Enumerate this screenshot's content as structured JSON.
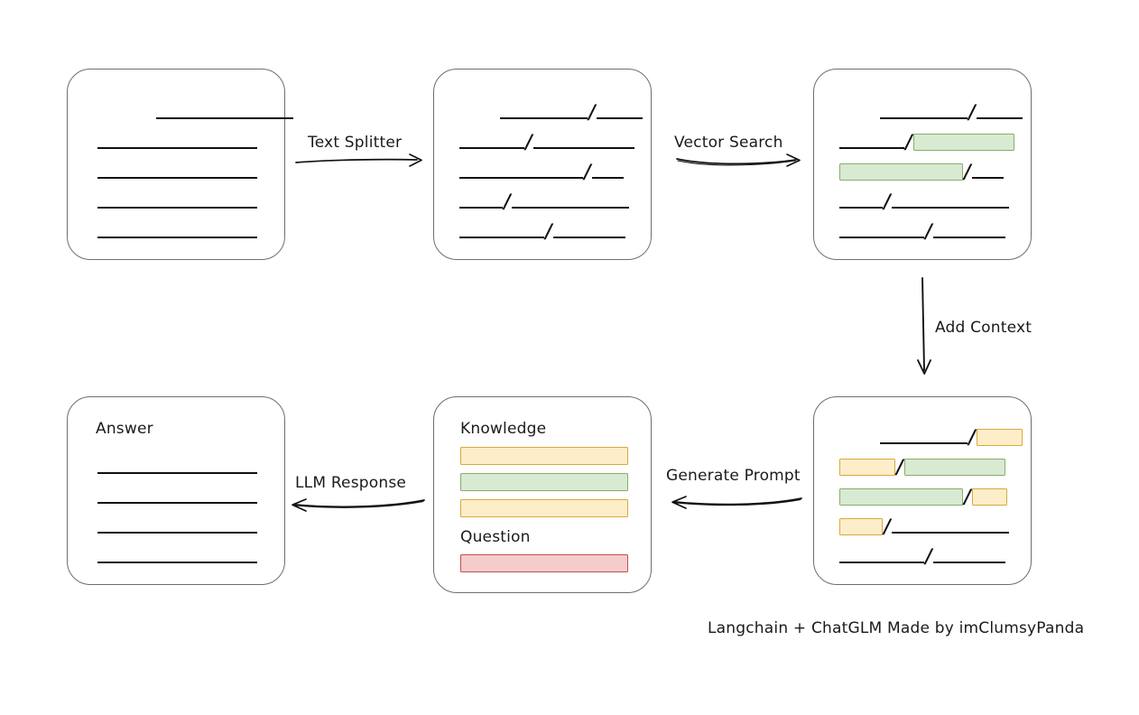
{
  "footer": {
    "text": "Langchain + ChatGLM Made by imClumsyPanda"
  },
  "arrows": [
    {
      "name": "text-splitter",
      "label": "Text Splitter",
      "direction": "right"
    },
    {
      "name": "vector-search",
      "label": "Vector Search",
      "direction": "right"
    },
    {
      "name": "add-context",
      "label": "Add Context",
      "direction": "down"
    },
    {
      "name": "generate-prompt",
      "label": "Generate Prompt",
      "direction": "left"
    },
    {
      "name": "llm-response",
      "label": "LLM Response",
      "direction": "left"
    }
  ],
  "boxes": {
    "source_document": {
      "title": "",
      "rows": [
        {
          "segments": [
            {
              "type": "line",
              "width": 152,
              "indent": 65
            }
          ]
        },
        {
          "segments": [
            {
              "type": "line",
              "width": 177,
              "indent": 0
            }
          ]
        },
        {
          "segments": [
            {
              "type": "line",
              "width": 177,
              "indent": 0
            }
          ]
        },
        {
          "segments": [
            {
              "type": "line",
              "width": 177,
              "indent": 0
            }
          ]
        },
        {
          "segments": [
            {
              "type": "line",
              "width": 177,
              "indent": 0
            }
          ]
        }
      ]
    },
    "split_chunks": {
      "title": "",
      "rows": [
        {
          "segments": [
            {
              "type": "line",
              "width": 97,
              "indent": 45
            },
            {
              "type": "slash"
            },
            {
              "type": "line",
              "width": 51,
              "indent": 0
            }
          ]
        },
        {
          "segments": [
            {
              "type": "line",
              "width": 72,
              "indent": 0
            },
            {
              "type": "slash"
            },
            {
              "type": "line",
              "width": 112,
              "indent": 0
            }
          ]
        },
        {
          "segments": [
            {
              "type": "line",
              "width": 137,
              "indent": 0
            },
            {
              "type": "slash"
            },
            {
              "type": "line",
              "width": 35,
              "indent": 0
            }
          ]
        },
        {
          "segments": [
            {
              "type": "line",
              "width": 48,
              "indent": 0
            },
            {
              "type": "slash"
            },
            {
              "type": "line",
              "width": 130,
              "indent": 0
            }
          ]
        },
        {
          "segments": [
            {
              "type": "line",
              "width": 94,
              "indent": 0
            },
            {
              "type": "slash"
            },
            {
              "type": "line",
              "width": 80,
              "indent": 0
            }
          ]
        }
      ]
    },
    "matched_chunks": {
      "title": "",
      "rows": [
        {
          "segments": [
            {
              "type": "line",
              "width": 97,
              "indent": 45
            },
            {
              "type": "slash"
            },
            {
              "type": "line",
              "width": 51,
              "indent": 0
            }
          ]
        },
        {
          "segments": [
            {
              "type": "line",
              "width": 72,
              "indent": 0
            },
            {
              "type": "slash"
            },
            {
              "type": "chip",
              "color": "green",
              "width": 112
            }
          ]
        },
        {
          "segments": [
            {
              "type": "chip",
              "color": "green",
              "width": 137
            },
            {
              "type": "slash"
            },
            {
              "type": "line",
              "width": 35,
              "indent": 0
            }
          ]
        },
        {
          "segments": [
            {
              "type": "line",
              "width": 48,
              "indent": 0
            },
            {
              "type": "slash"
            },
            {
              "type": "line",
              "width": 130,
              "indent": 0
            }
          ]
        },
        {
          "segments": [
            {
              "type": "line",
              "width": 94,
              "indent": 0
            },
            {
              "type": "slash"
            },
            {
              "type": "line",
              "width": 80,
              "indent": 0
            }
          ]
        }
      ]
    },
    "context_chunks": {
      "title": "",
      "rows": [
        {
          "segments": [
            {
              "type": "line",
              "width": 97,
              "indent": 45
            },
            {
              "type": "slash"
            },
            {
              "type": "chip",
              "color": "yellow",
              "width": 51
            }
          ]
        },
        {
          "segments": [
            {
              "type": "chip",
              "color": "yellow",
              "width": 62
            },
            {
              "type": "slash"
            },
            {
              "type": "chip",
              "color": "green",
              "width": 112
            }
          ]
        },
        {
          "segments": [
            {
              "type": "chip",
              "color": "green",
              "width": 137
            },
            {
              "type": "slash"
            },
            {
              "type": "chip",
              "color": "yellow",
              "width": 39
            }
          ]
        },
        {
          "segments": [
            {
              "type": "chip",
              "color": "yellow",
              "width": 48
            },
            {
              "type": "slash"
            },
            {
              "type": "line",
              "width": 130,
              "indent": 0
            }
          ]
        },
        {
          "segments": [
            {
              "type": "line",
              "width": 94,
              "indent": 0
            },
            {
              "type": "slash"
            },
            {
              "type": "line",
              "width": 80,
              "indent": 0
            }
          ]
        }
      ]
    },
    "prompt": {
      "sections": [
        {
          "name": "knowledge",
          "title": "Knowledge",
          "bars": [
            {
              "color": "yellow",
              "width": 186
            },
            {
              "color": "green",
              "width": 186
            },
            {
              "color": "yellow",
              "width": 186
            }
          ]
        },
        {
          "name": "question",
          "title": "Question",
          "bars": [
            {
              "color": "red",
              "width": 186
            }
          ]
        }
      ]
    },
    "answer": {
      "title": "Answer",
      "rows": [
        {
          "segments": [
            {
              "type": "line",
              "width": 177,
              "indent": 0
            }
          ]
        },
        {
          "segments": [
            {
              "type": "line",
              "width": 177,
              "indent": 0
            }
          ]
        },
        {
          "segments": [
            {
              "type": "line",
              "width": 177,
              "indent": 0
            }
          ]
        },
        {
          "segments": [
            {
              "type": "line",
              "width": 177,
              "indent": 0
            }
          ]
        }
      ]
    }
  },
  "colors": {
    "green_fill": "#d9ead3",
    "green_border": "#86ae68",
    "yellow_fill": "#fdeec9",
    "yellow_border": "#d8a93e",
    "red_fill": "#f4cccc",
    "red_border": "#c0504d",
    "box_border": "#6e6e6e",
    "line": "#111111",
    "text": "#1a1a1a"
  }
}
